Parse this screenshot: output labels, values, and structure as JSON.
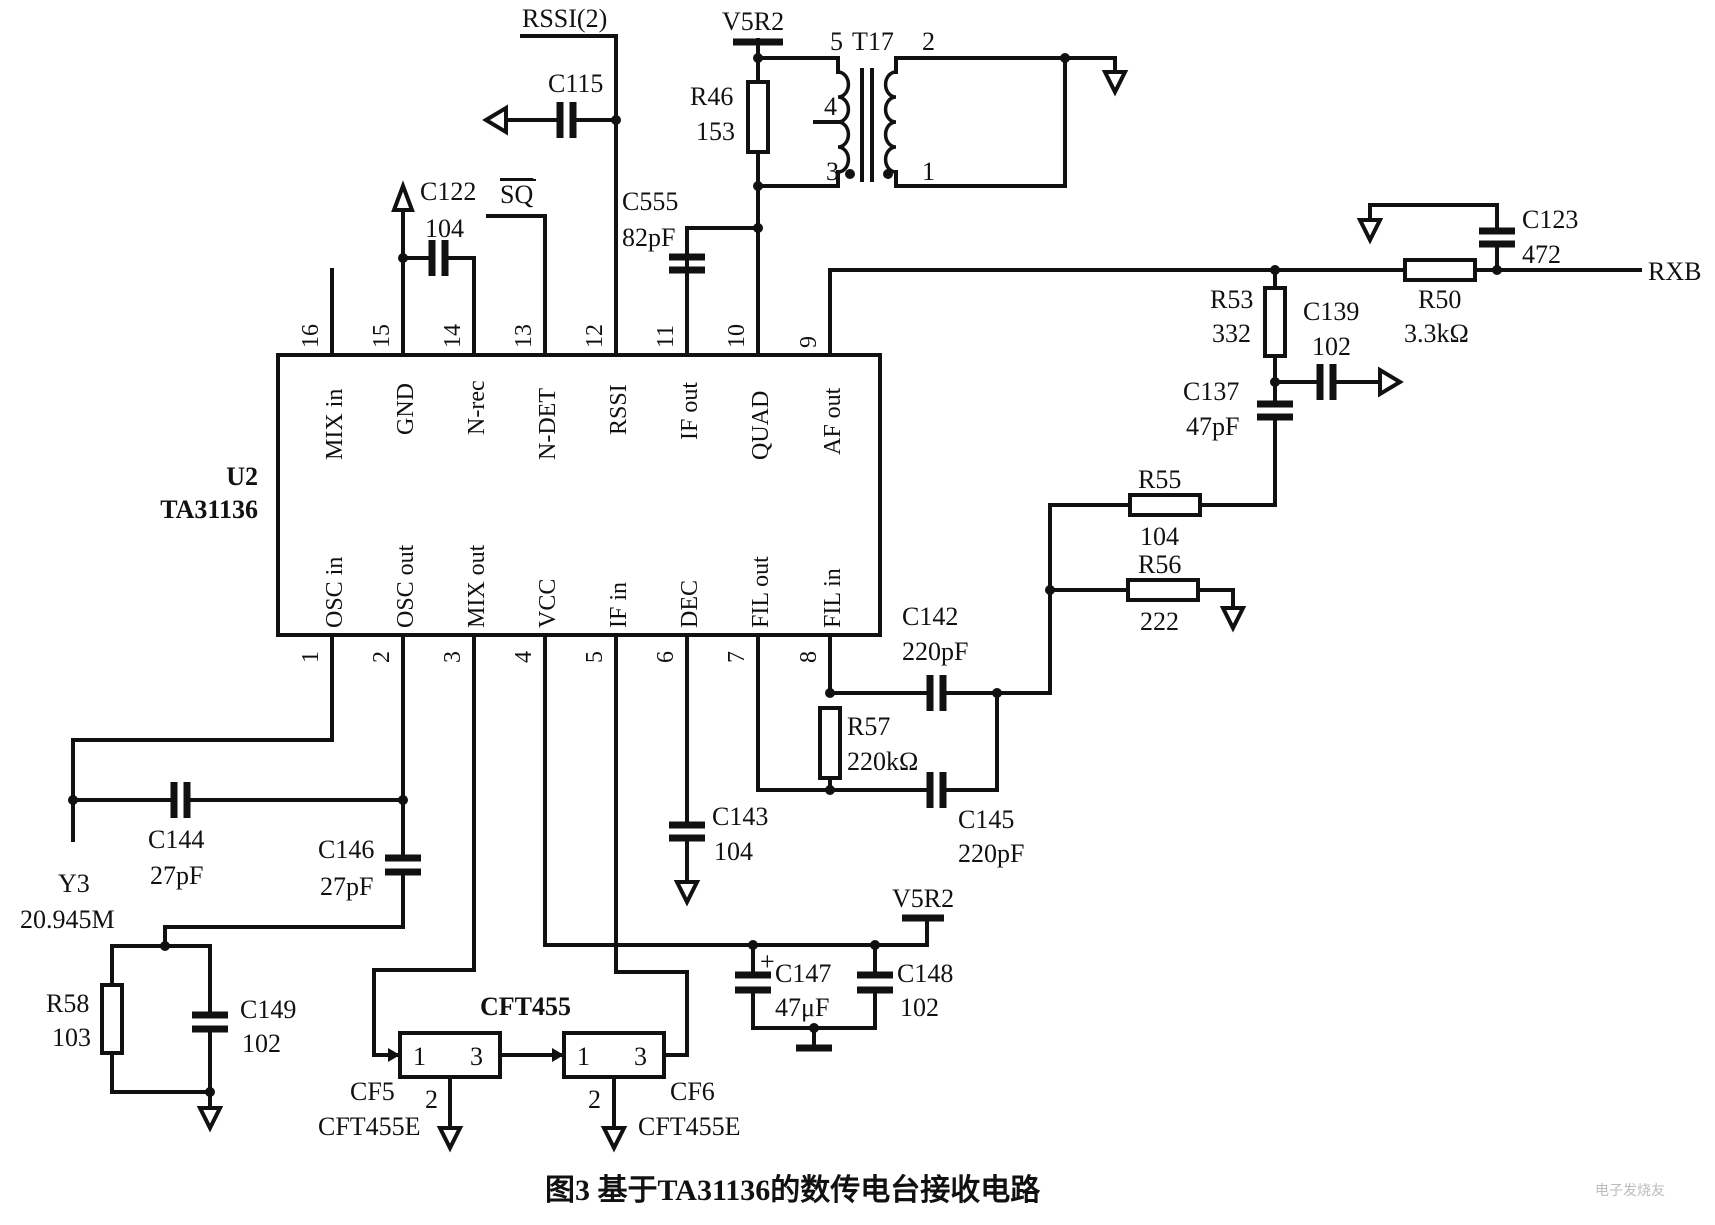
{
  "ic": {
    "ref": "U2",
    "part": "TA31136",
    "top_pins": [
      {
        "num": "16",
        "name": "MIX in"
      },
      {
        "num": "15",
        "name": "GND"
      },
      {
        "num": "14",
        "name": "N-rec"
      },
      {
        "num": "13",
        "name": "N-DET"
      },
      {
        "num": "12",
        "name": "RSSI"
      },
      {
        "num": "11",
        "name": "IF out"
      },
      {
        "num": "10",
        "name": "QUAD"
      },
      {
        "num": "9",
        "name": "AF out"
      }
    ],
    "bottom_pins": [
      {
        "num": "1",
        "name": "OSC in"
      },
      {
        "num": "2",
        "name": "OSC out"
      },
      {
        "num": "3",
        "name": "MIX out"
      },
      {
        "num": "4",
        "name": "VCC"
      },
      {
        "num": "5",
        "name": "IF in"
      },
      {
        "num": "6",
        "name": "DEC"
      },
      {
        "num": "7",
        "name": "FIL out"
      },
      {
        "num": "8",
        "name": "FIL in"
      }
    ]
  },
  "nets": {
    "rssi": "RSSI(2)",
    "sq": "SQ",
    "v5r2": "V5R2",
    "rxb": "RXB"
  },
  "transformer": {
    "ref": "T17",
    "pins": [
      "5",
      "4",
      "3",
      "2",
      "1"
    ]
  },
  "components": {
    "C115": {
      "ref": "C115"
    },
    "C122": {
      "ref": "C122",
      "value": "104"
    },
    "C555": {
      "ref": "C555",
      "value": "82pF"
    },
    "R46": {
      "ref": "R46",
      "value": "153"
    },
    "C123": {
      "ref": "C123",
      "value": "472"
    },
    "R50": {
      "ref": "R50",
      "value": "3.3kΩ"
    },
    "R53": {
      "ref": "R53",
      "value": "332"
    },
    "C139": {
      "ref": "C139",
      "value": "102"
    },
    "C137": {
      "ref": "C137",
      "value": "47pF"
    },
    "R55": {
      "ref": "R55",
      "value": "104"
    },
    "R56": {
      "ref": "R56",
      "value": "222"
    },
    "C142": {
      "ref": "C142",
      "value": "220pF"
    },
    "R57": {
      "ref": "R57",
      "value": "220kΩ"
    },
    "C145": {
      "ref": "C145",
      "value": "220pF"
    },
    "C143": {
      "ref": "C143",
      "value": "104"
    },
    "C144": {
      "ref": "C144",
      "value": "27pF"
    },
    "C146": {
      "ref": "C146",
      "value": "27pF"
    },
    "Y3": {
      "ref": "Y3",
      "value": "20.945M"
    },
    "R58": {
      "ref": "R58",
      "value": "103"
    },
    "C149": {
      "ref": "C149",
      "value": "102"
    },
    "C147": {
      "ref": "C147",
      "value": "47μF",
      "polarity": "+"
    },
    "C148": {
      "ref": "C148",
      "value": "102"
    },
    "CF5": {
      "ref": "CF5",
      "value": "CFT455E"
    },
    "CF6": {
      "ref": "CF6",
      "value": "CFT455E"
    }
  },
  "filter_block": {
    "title": "CFT455",
    "pin_in": "1",
    "pin_out": "3",
    "pin_gnd": "2"
  },
  "caption": "图3  基于TA31136的数传电台接收电路",
  "watermark": "电子发烧友"
}
